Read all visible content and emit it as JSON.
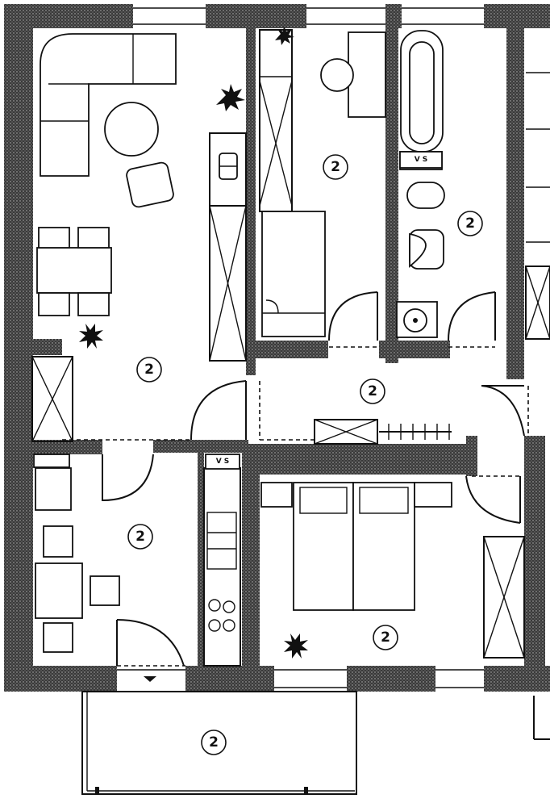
{
  "room_labels": [
    "2",
    "2",
    "2",
    "2",
    "2",
    "2",
    "2"
  ],
  "shaft_labels": [
    "V S",
    "V S"
  ]
}
